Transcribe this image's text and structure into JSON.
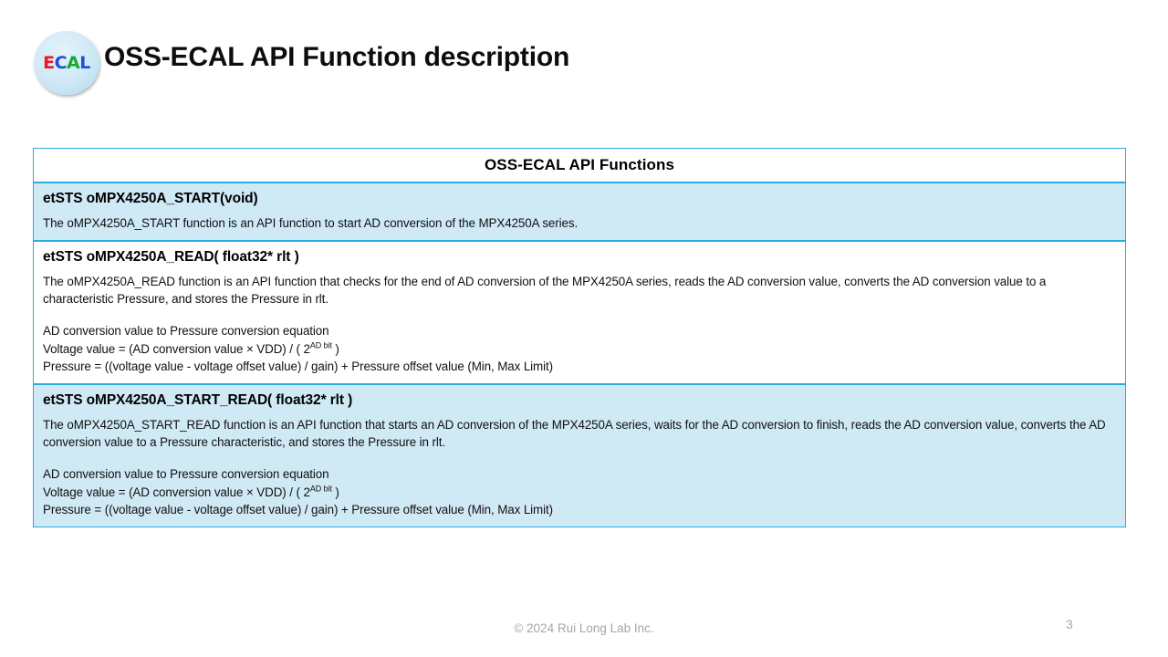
{
  "slide": {
    "title": "OSS-ECAL API Function description",
    "logo": {
      "letters": [
        "E",
        "C",
        "A",
        "L"
      ],
      "colors": {
        "E": "#e8192c",
        "C": "#1f4fd8",
        "A": "#18a92c",
        "L": "#1f4fd8"
      },
      "background": "#d2eaf7"
    }
  },
  "table": {
    "header": "OSS-ECAL API Functions",
    "border_color": "#2aabe2",
    "tint_color": "#cfe9f5",
    "rows": [
      {
        "signature": "etSTS oMPX4250A_START(void)",
        "description": "The oMPX4250A_START function is an API function to start AD conversion of the MPX4250A series.",
        "equation_heading": "",
        "equation_voltage_pre": "",
        "equation_voltage_sup": "",
        "equation_voltage_post": "",
        "equation_pressure": "",
        "tinted": true
      },
      {
        "signature": "etSTS oMPX4250A_READ( float32* rlt )",
        "description": "The oMPX4250A_READ function is an API function that checks for the end of AD conversion of the MPX4250A series, reads the AD conversion value, converts the AD conversion value to a characteristic Pressure, and stores the Pressure in rlt.",
        "equation_heading": "AD conversion value to Pressure conversion equation",
        "equation_voltage_pre": "Voltage value = (AD conversion value × VDD) / ( 2",
        "equation_voltage_sup": "AD bit",
        "equation_voltage_post": " )",
        "equation_pressure": "Pressure = ((voltage value - voltage offset value) / gain) + Pressure offset value (Min, Max Limit)",
        "tinted": false
      },
      {
        "signature": "etSTS oMPX4250A_START_READ( float32* rlt )",
        "description": "The oMPX4250A_START_READ function is an API function that starts an AD conversion of the MPX4250A series, waits for the AD conversion to finish, reads the AD conversion value, converts the AD conversion value to a Pressure characteristic, and stores the Pressure in rlt.",
        "equation_heading": "AD conversion value to Pressure conversion equation",
        "equation_voltage_pre": "Voltage value = (AD conversion value × VDD) / ( 2",
        "equation_voltage_sup": "AD bit",
        "equation_voltage_post": " )",
        "equation_pressure": "Pressure = ((voltage value - voltage offset value) / gain) + Pressure offset value (Min, Max Limit)",
        "tinted": true
      }
    ]
  },
  "footer": {
    "copyright": "© 2024 Rui Long Lab Inc.",
    "page_number": "3"
  }
}
